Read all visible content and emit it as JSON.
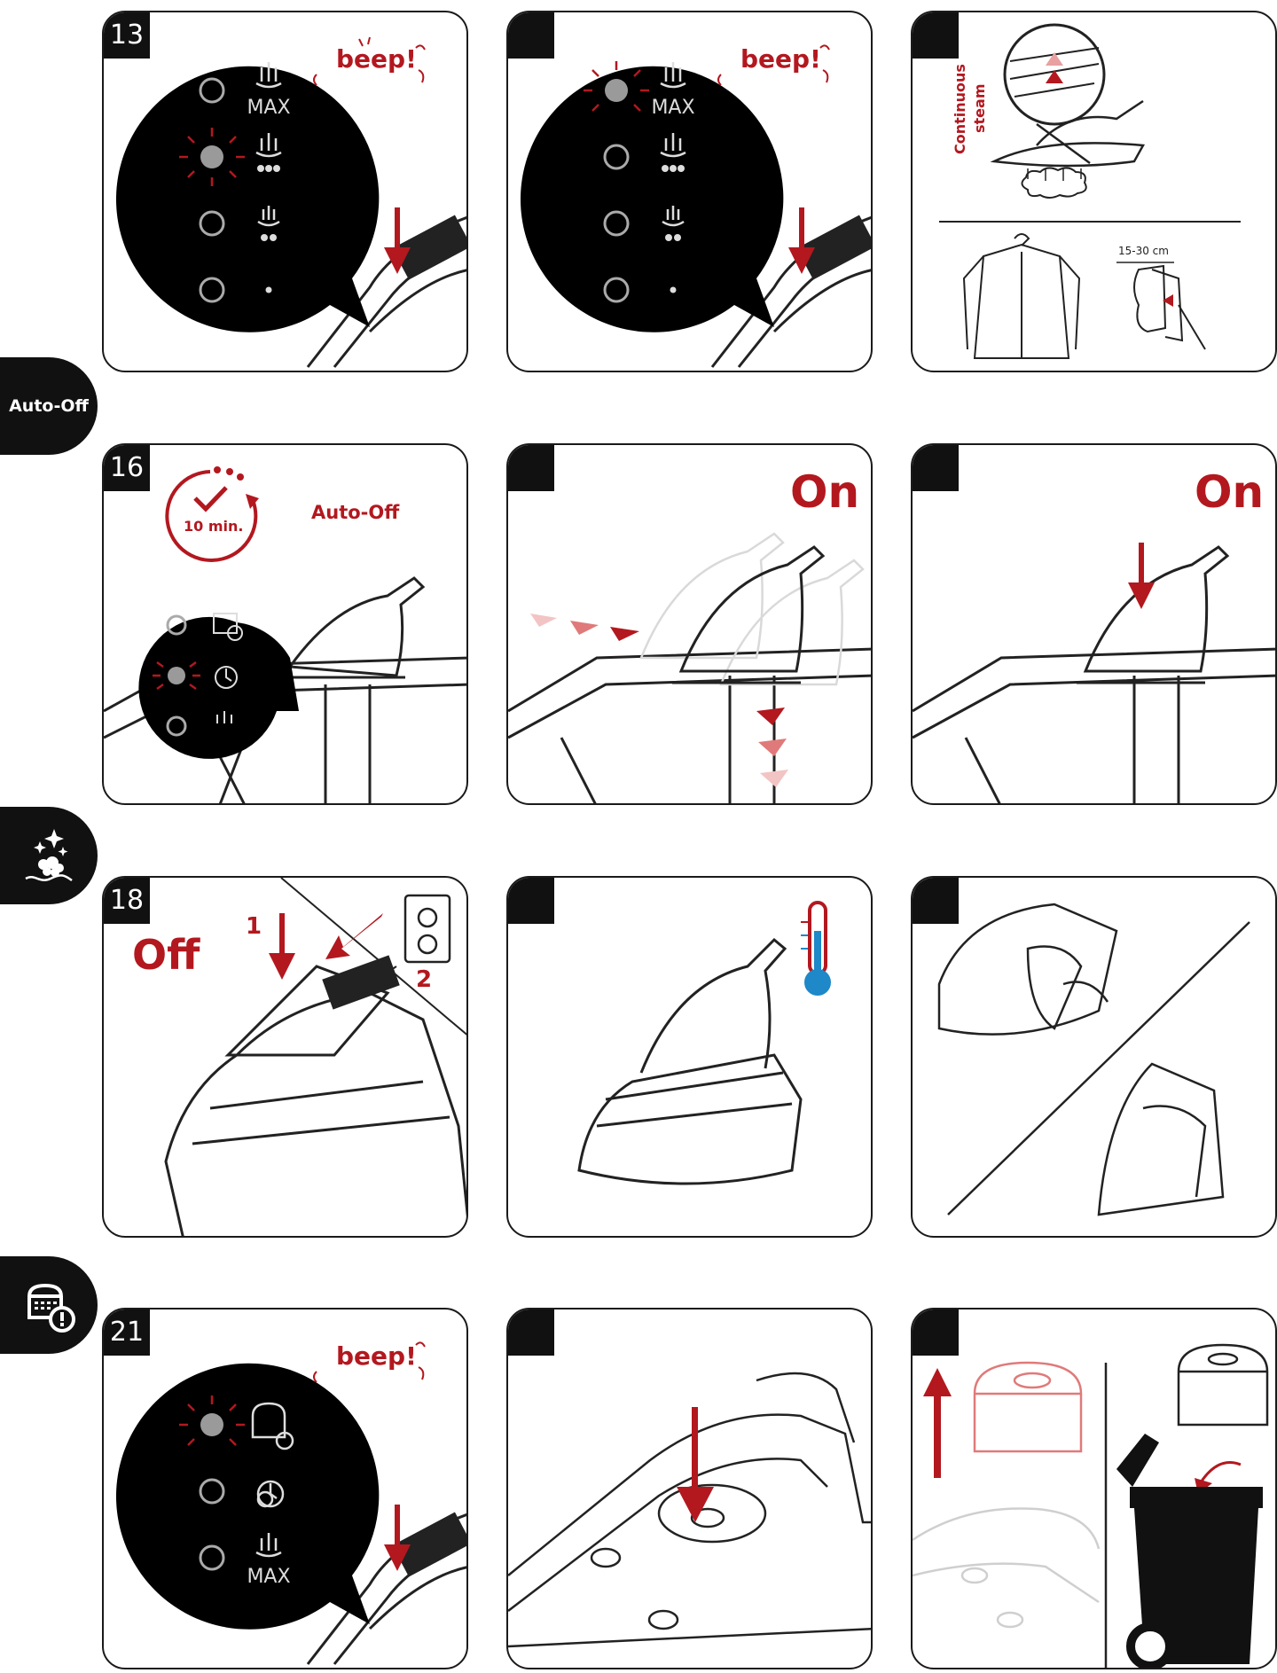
{
  "side_tabs": {
    "auto_off": "Auto-Off"
  },
  "steps": {
    "s13": "13",
    "s16": "16",
    "s18": "18",
    "s21": "21"
  },
  "labels": {
    "beep": "beep!",
    "max": "MAX",
    "continuous": "Continuous",
    "steam": "steam",
    "distance": "15-30 cm",
    "ten_min": "10 min.",
    "auto_off": "Auto-Off",
    "on": "On",
    "off": "Off",
    "one": "1",
    "two": "2"
  },
  "colors": {
    "accent_red": "#b3181f",
    "ink": "#111111"
  }
}
